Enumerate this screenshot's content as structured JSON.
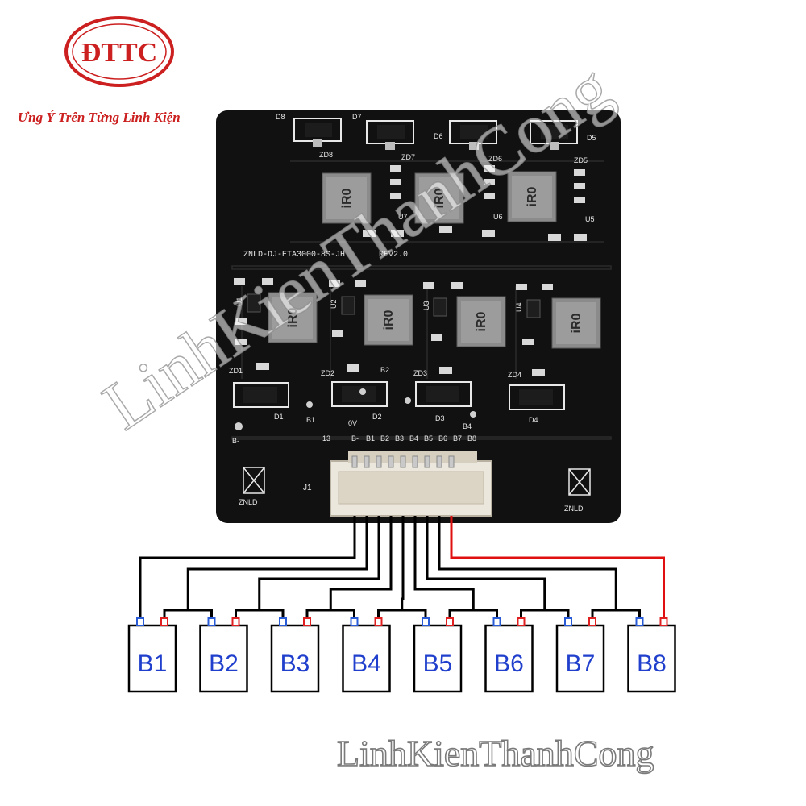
{
  "brand": {
    "logo_text": "ĐTTC",
    "tagline": "Ưng Ý Trên Từng Linh Kiện",
    "color": "#cc1f1f"
  },
  "watermark": {
    "bottom_text": "LinhKienThanhCong",
    "diagonal_text": "LinhKienThanhCong"
  },
  "pcb": {
    "model": "ZNLD-DJ-ETA3000-8S-JH",
    "revision": "REV2.0",
    "logo_left": "ZNLD",
    "logo_right": "ZNLD",
    "connector_ref": "J1",
    "pin_count_label": "13",
    "pin_labels": [
      "B-",
      "B1",
      "B2",
      "B3",
      "B4",
      "B5",
      "B6",
      "B7",
      "B8"
    ],
    "diode_labels": [
      "D8",
      "D7",
      "D6",
      "D5",
      "D1",
      "D2",
      "D3",
      "D4"
    ],
    "zener_labels": [
      "ZD8",
      "ZD7",
      "ZD6",
      "ZD5",
      "ZD1",
      "ZD2",
      "ZD3",
      "ZD4"
    ],
    "ic_labels": [
      "U7",
      "U6",
      "U5",
      "U1",
      "U2",
      "U3",
      "U4"
    ],
    "inductor_text": "iR0",
    "pad_labels": [
      "B-",
      "B1",
      "0V",
      "B2",
      "B4"
    ],
    "board_color": "#111111",
    "silk_color": "#e8e8e8"
  },
  "batteries": {
    "cells": [
      "B1",
      "B2",
      "B3",
      "B4",
      "B5",
      "B6",
      "B7",
      "B8"
    ],
    "label_color": "#1f3fcc",
    "neg_terminal_color": "#2a5bd7",
    "pos_terminal_color": "#e02020",
    "wire_color": "#000000",
    "positive_wire_color": "#e01010"
  }
}
